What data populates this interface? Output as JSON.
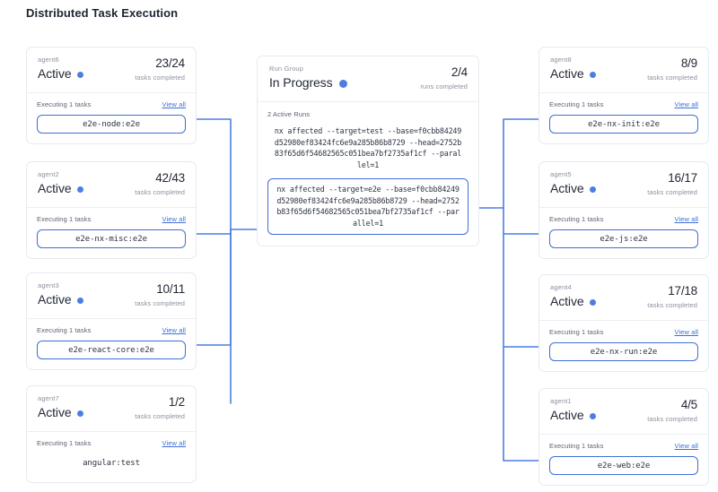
{
  "page": {
    "title": "Distributed Task Execution",
    "accent_color": "#3f6fd8",
    "status_dot_color": "#4a7fe0"
  },
  "labels": {
    "tasks_completed": "tasks completed",
    "runs_completed": "runs completed",
    "view_all": "View all"
  },
  "run_group": {
    "label": "Run Group",
    "status": "In Progress",
    "count": "2/4",
    "count_label": "runs completed",
    "active_runs_label": "2 Active Runs",
    "commands": [
      {
        "text": "nx affected --target=test --base=f0cbb84249d52980ef83424fc6e9a285b86b8729 --head=2752b83f65d6f54682565c051bea7bf2735af1cf --parallel=1",
        "highlighted": false
      },
      {
        "text": "nx affected --target=e2e --base=f0cbb84249d52980ef83424fc6e9a285b86b8729 --head=2752b83f65d6f54682565c051bea7bf2735af1cf --parallel=1",
        "highlighted": true
      }
    ]
  },
  "left_agents": [
    {
      "name": "agent6",
      "status": "Active",
      "count": "23/24",
      "count_label": "tasks completed",
      "exec_label": "Executing 1 tasks",
      "view_all": "View all",
      "task": "e2e-node:e2e",
      "task_boxed": true
    },
    {
      "name": "agent2",
      "status": "Active",
      "count": "42/43",
      "count_label": "tasks completed",
      "exec_label": "Executing 1 tasks",
      "view_all": "View all",
      "task": "e2e-nx-misc:e2e",
      "task_boxed": true
    },
    {
      "name": "agent3",
      "status": "Active",
      "count": "10/11",
      "count_label": "tasks completed",
      "exec_label": "Executing 1 tasks",
      "view_all": "View all",
      "task": "e2e-react-core:e2e",
      "task_boxed": true
    },
    {
      "name": "agent7",
      "status": "Active",
      "count": "1/2",
      "count_label": "tasks completed",
      "exec_label": "Executing 1 tasks",
      "view_all": "View all",
      "task": "angular:test",
      "task_boxed": false
    }
  ],
  "right_agents": [
    {
      "name": "agent8",
      "status": "Active",
      "count": "8/9",
      "count_label": "tasks completed",
      "exec_label": "Executing 1 tasks",
      "view_all": "View all",
      "task": "e2e-nx-init:e2e",
      "task_boxed": true
    },
    {
      "name": "agent5",
      "status": "Active",
      "count": "16/17",
      "count_label": "tasks completed",
      "exec_label": "Executing 1 tasks",
      "view_all": "View all",
      "task": "e2e-js:e2e",
      "task_boxed": true
    },
    {
      "name": "agent4",
      "status": "Active",
      "count": "17/18",
      "count_label": "tasks completed",
      "exec_label": "Executing 1 tasks",
      "view_all": "View all",
      "task": "e2e-nx-run:e2e",
      "task_boxed": true
    },
    {
      "name": "agent1",
      "status": "Active",
      "count": "4/5",
      "count_label": "tasks completed",
      "exec_label": "Executing 1 tasks",
      "view_all": "View all",
      "task": "e2e-web:e2e",
      "task_boxed": true
    }
  ]
}
